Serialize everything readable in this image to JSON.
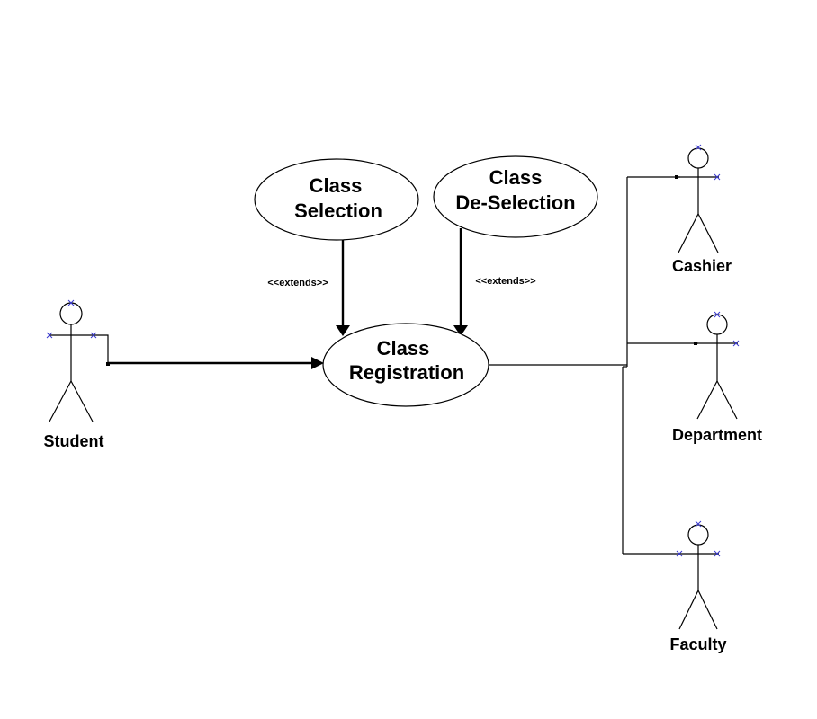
{
  "use_cases": {
    "class_selection": {
      "lines": [
        "Class",
        "Selection"
      ]
    },
    "class_deselection": {
      "lines": [
        "Class",
        "De-Selection"
      ]
    },
    "class_registration": {
      "lines": [
        "Class",
        "Registration"
      ]
    }
  },
  "relations": {
    "extends_selection": "<<extends>>",
    "extends_deselection": "<<extends>>"
  },
  "actors": {
    "student": "Student",
    "cashier": "Cashier",
    "department": "Department",
    "faculty": "Faculty"
  },
  "colors": {
    "line": "#000000",
    "selection_handle": "#3a3ad0",
    "background": "#ffffff"
  }
}
